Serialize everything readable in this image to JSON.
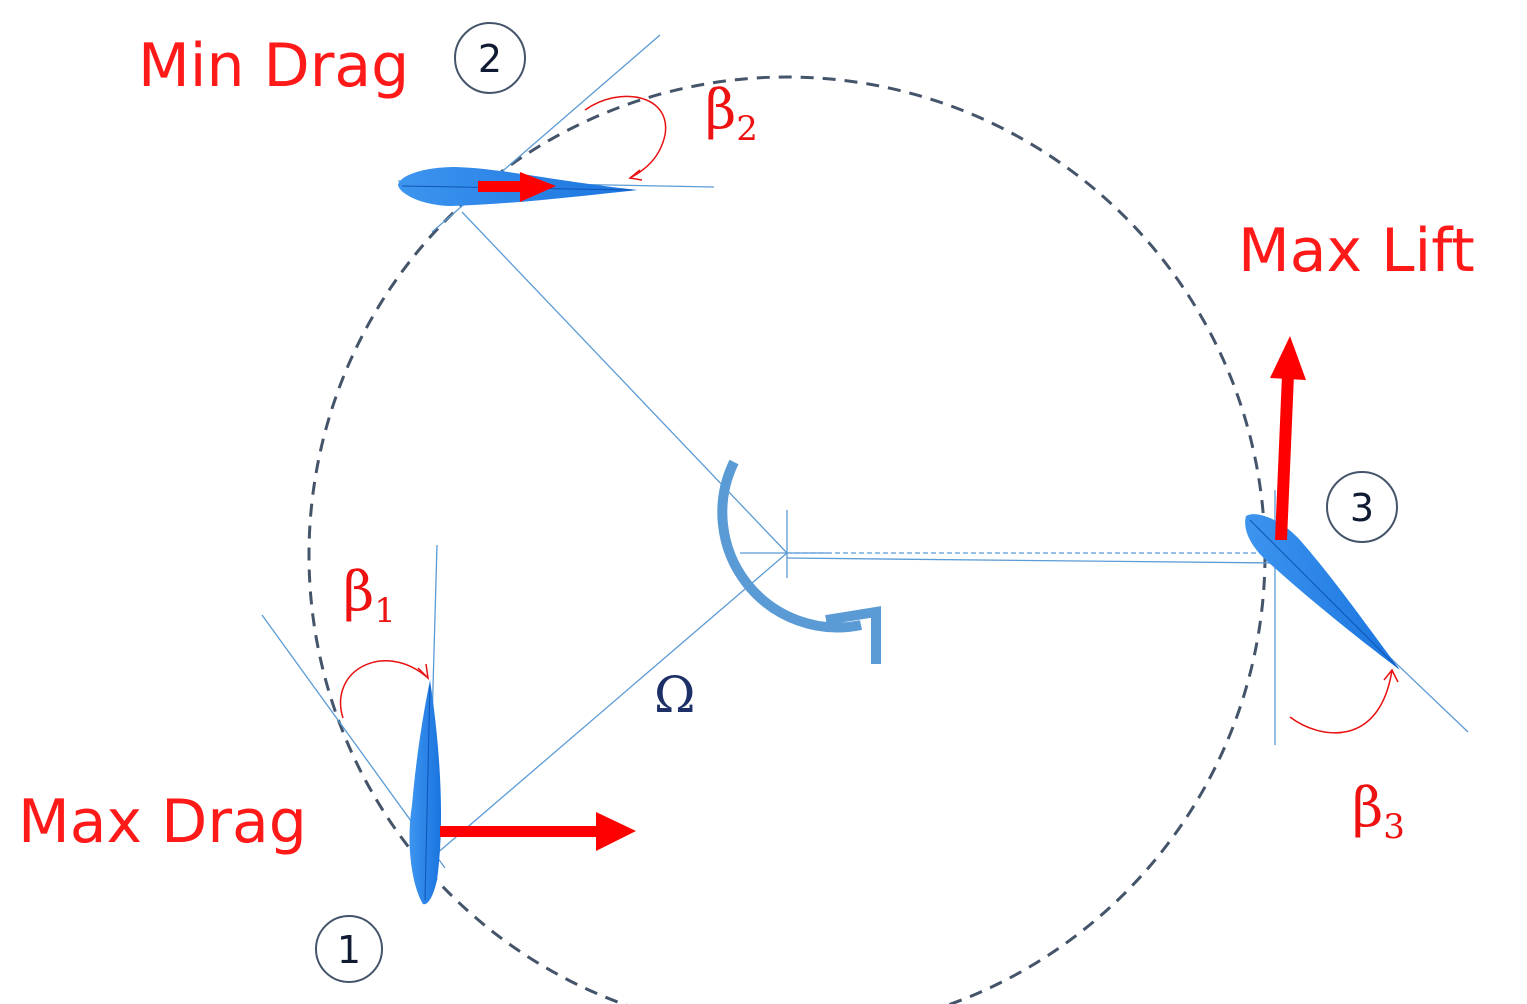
{
  "labels": {
    "min_drag": "Min Drag",
    "max_drag": "Max Drag",
    "max_lift": "Max Lift",
    "omega": "Ω"
  },
  "angles": {
    "beta1": {
      "symbol": "β",
      "subscript": "1"
    },
    "beta2": {
      "symbol": "β",
      "subscript": "2"
    },
    "beta3": {
      "symbol": "β",
      "subscript": "3"
    }
  },
  "positions": {
    "p1": "1",
    "p2": "2",
    "p3": "3"
  },
  "colors": {
    "force_arrow": "#ff0000",
    "blade": "#1f7fe6",
    "rotation_arrow": "#5b9bd5",
    "construction_line": "#5b9bd5",
    "orbit": "#44546a"
  }
}
